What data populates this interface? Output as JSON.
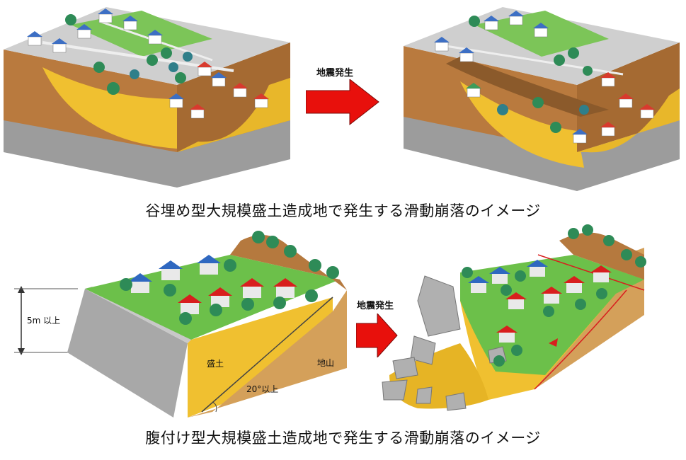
{
  "top": {
    "arrow_label": "地震発生",
    "caption": "谷埋め型大規模盛土造成地で発生する滑動崩落のイメージ"
  },
  "bottom": {
    "arrow_label": "地震発生",
    "caption": "腹付け型大規模盛土造成地で発生する滑動崩落のイメージ",
    "height_label": "5m 以上",
    "fill_label": "盛土",
    "natural_ground_label": "地山",
    "angle_label": "20°以上"
  },
  "colors": {
    "arrow": "#e8100c",
    "fill_soil": "#f0c030",
    "natural_ground": "#c98b4a",
    "grass": "#6cc04a",
    "wall": "#a8a8a8"
  }
}
